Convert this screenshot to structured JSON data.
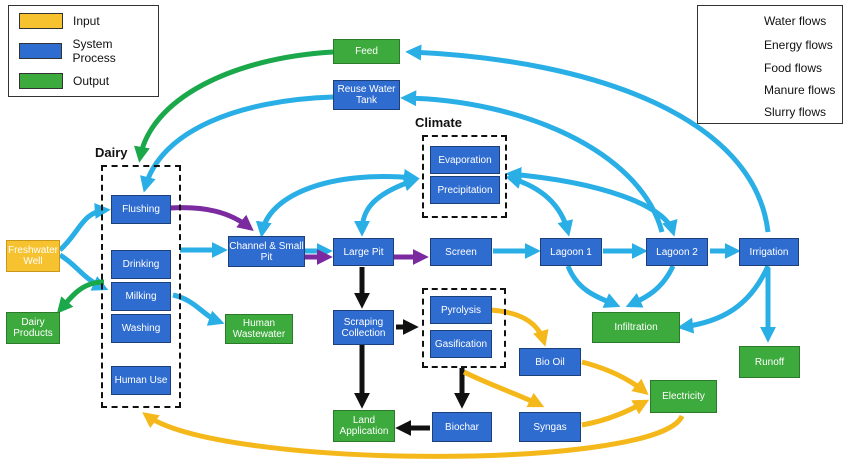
{
  "legend": {
    "items": [
      {
        "label": "Input",
        "color": "#f7c22f"
      },
      {
        "label": "System Process",
        "color": "#2f6cd0"
      },
      {
        "label": "Output",
        "color": "#3caa3c"
      }
    ],
    "flows": [
      {
        "label": "Water flows",
        "color": "#29aee6"
      },
      {
        "label": "Energy flows",
        "color": "#f5b81b"
      },
      {
        "label": "Food flows",
        "color": "#1aa84a"
      },
      {
        "label": "Manure flows",
        "color": "#111111"
      },
      {
        "label": "Slurry flows",
        "color": "#7b2aa0"
      }
    ]
  },
  "groups": {
    "dairy": "Dairy",
    "climate": "Climate"
  },
  "nodes": {
    "feed": "Feed",
    "reuse_water_tank": "Reuse Water Tank",
    "evaporation": "Evaporation",
    "precipitation": "Precipitation",
    "flushing": "Flushing",
    "drinking": "Drinking",
    "milking": "Milking",
    "washing": "Washing",
    "human_use": "Human Use",
    "freshwater_well": "Freshwater Well",
    "dairy_products": "Dairy Products",
    "human_wastewater": "Human Wastewater",
    "channel_small_pit": "Channel & Small Pit",
    "large_pit": "Large Pit",
    "screen": "Screen",
    "lagoon1": "Lagoon 1",
    "lagoon2": "Lagoon 2",
    "irrigation": "Irrigation",
    "scraping_collection": "Scraping Collection",
    "pyrolysis": "Pyrolysis",
    "gasification": "Gasification",
    "bio_oil": "Bio Oil",
    "infiltration": "Infiltration",
    "runoff": "Runoff",
    "land_application": "Land Application",
    "biochar": "Biochar",
    "syngas": "Syngas",
    "electricity": "Electricity"
  }
}
